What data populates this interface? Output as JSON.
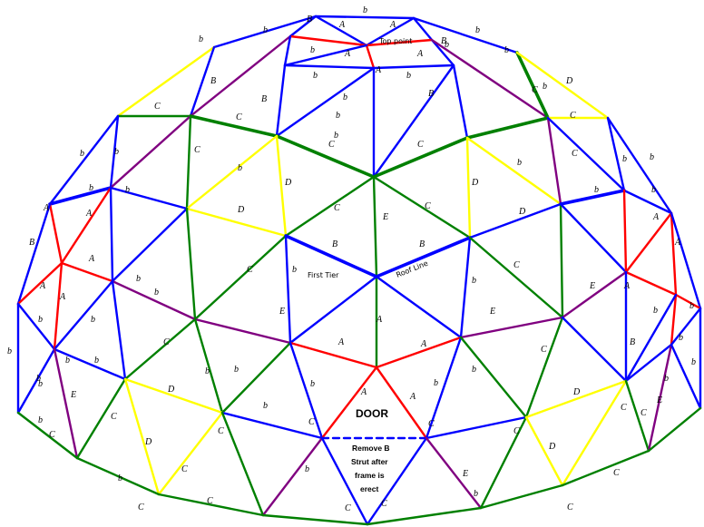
{
  "colors": {
    "A": "#ff0000",
    "B": "#0000ff",
    "C": "#008000",
    "D": "#ffff00",
    "E": "#800080"
  },
  "strut_letters": {
    "A": "A",
    "B": "B",
    "C": "C",
    "D": "D",
    "E": "E",
    "b": "b"
  },
  "annotations": {
    "top_point": "Top point",
    "first_tier": "First Tier",
    "roof_line": "Roof Line",
    "door": "DOOR",
    "remove_line_1": "Remove B",
    "remove_line_2": "Strut after",
    "remove_line_3": "frame is",
    "remove_line_4": "erect"
  }
}
